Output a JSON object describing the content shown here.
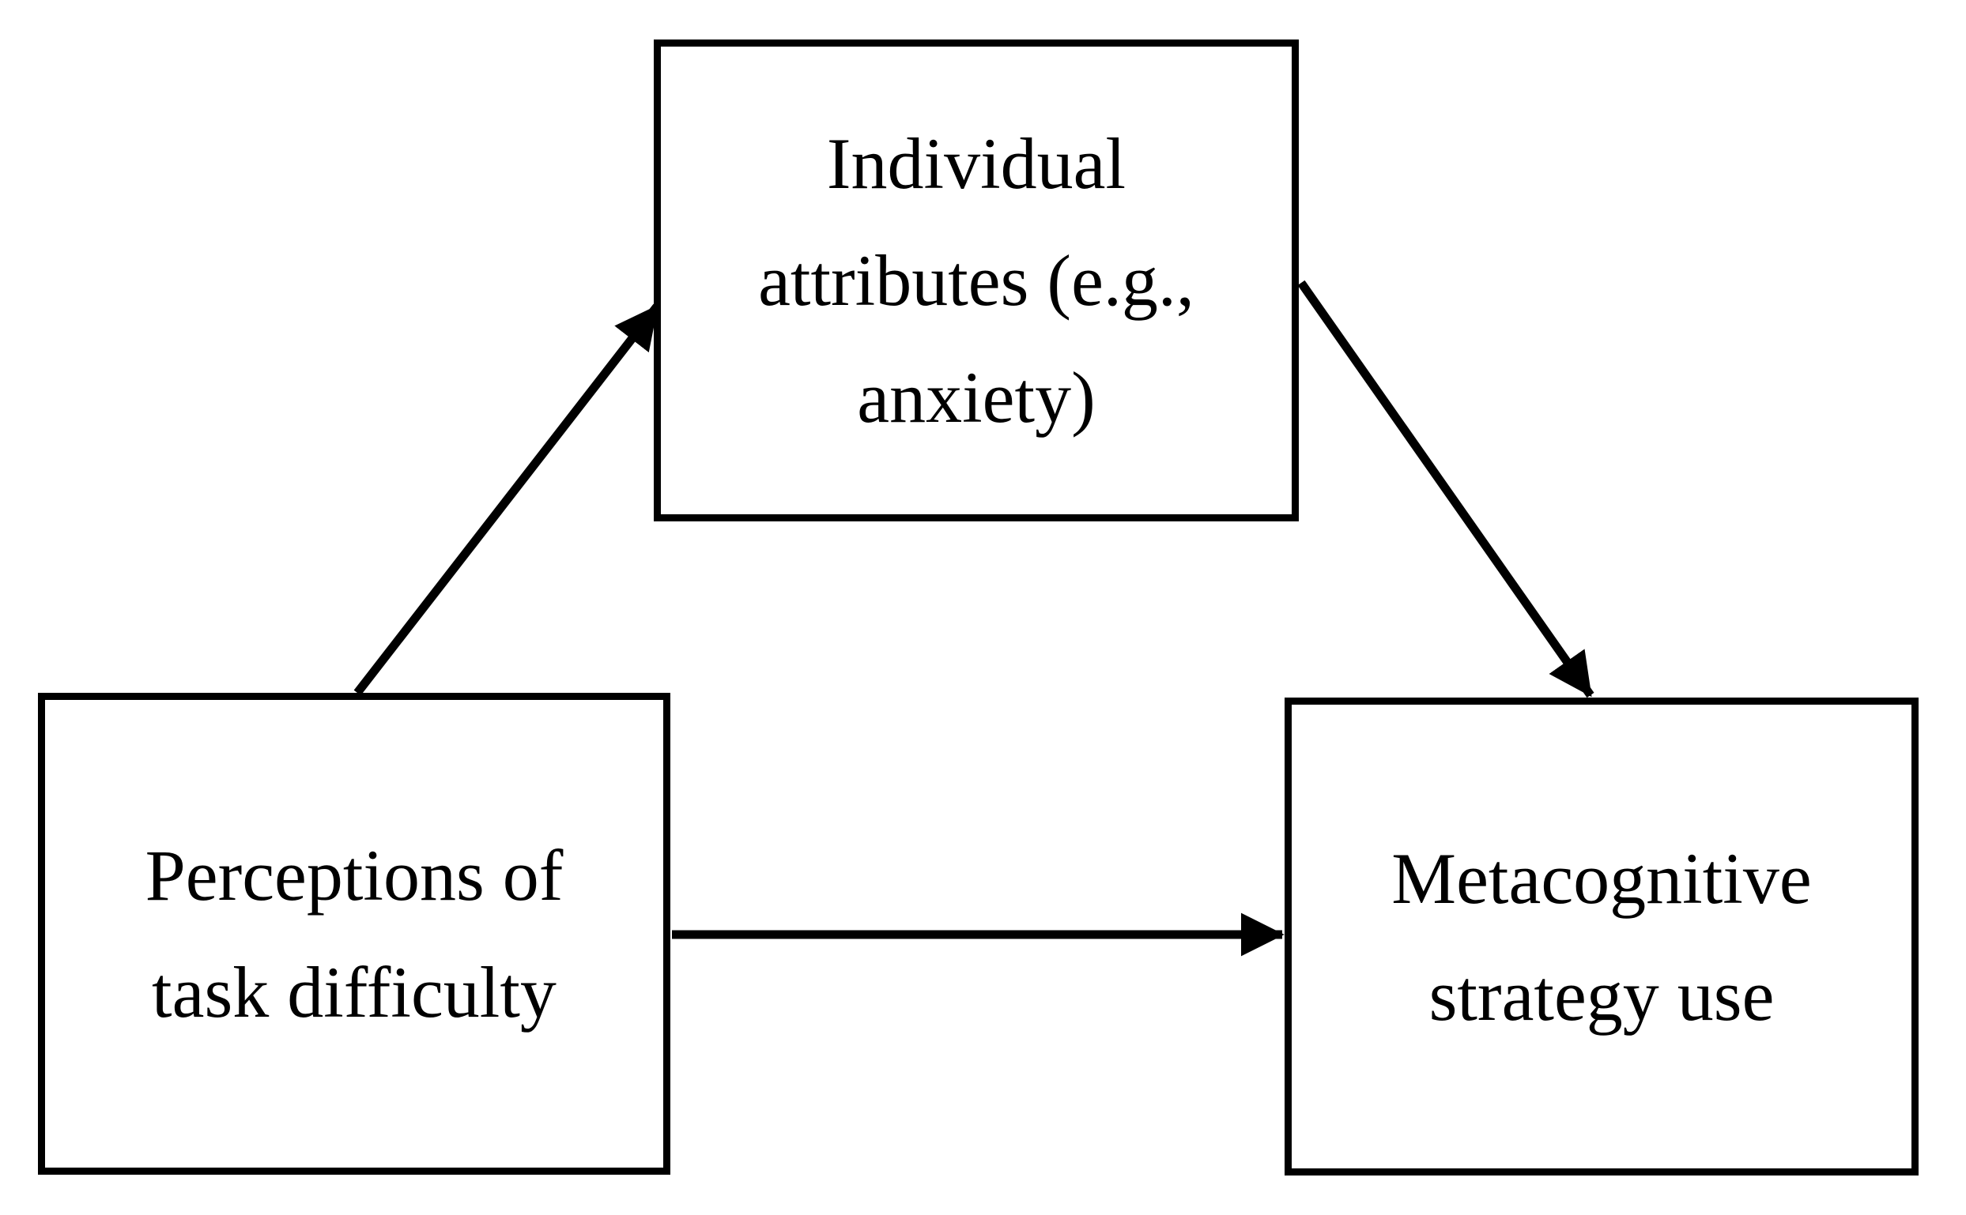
{
  "nodes": {
    "individual_attributes": {
      "lines": [
        "Individual",
        "attributes (e.g.,",
        "anxiety)"
      ]
    },
    "perceptions": {
      "lines": [
        "Perceptions of",
        "task difficulty"
      ]
    },
    "metacognitive": {
      "lines": [
        "Metacognitive",
        "strategy use"
      ]
    }
  },
  "edges": [
    {
      "from": "perceptions-of-task-difficulty",
      "to": "individual-attributes",
      "type": "arrow"
    },
    {
      "from": "individual-attributes",
      "to": "metacognitive-strategy-use",
      "type": "arrow"
    },
    {
      "from": "perceptions-of-task-difficulty",
      "to": "metacognitive-strategy-use",
      "type": "arrow"
    }
  ],
  "colors": {
    "line": "#000000",
    "background": "#ffffff",
    "text": "#000000"
  }
}
